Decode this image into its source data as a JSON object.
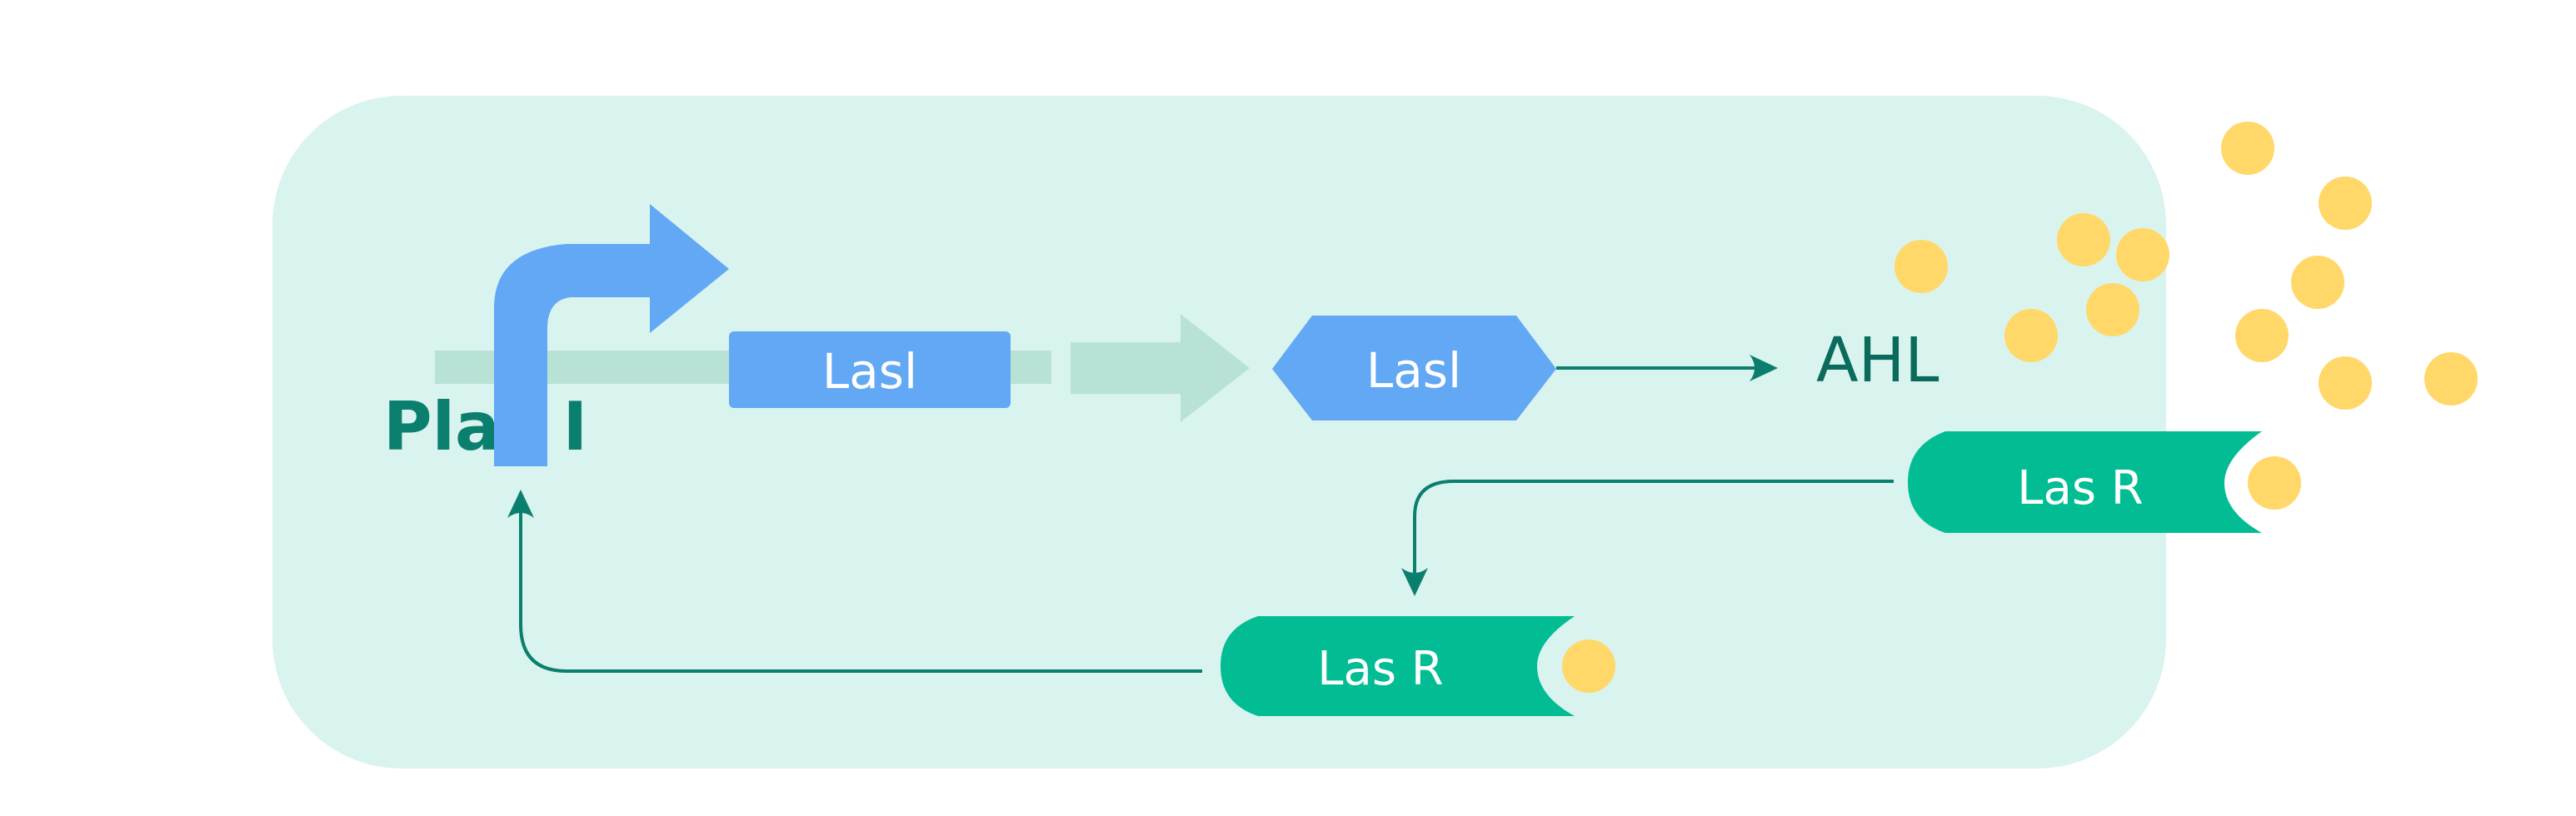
{
  "labels": {
    "promoter": "Plas I",
    "gene": "Lasl",
    "protein": "Lasl",
    "signal": "AHL",
    "receptor_outside": "Las R",
    "receptor_inside": "Las R"
  },
  "colors": {
    "cell": "#d9f4ee",
    "gene_blue": "#62a8f5",
    "dna_track": "#b9e2d6",
    "arrow_dark": "#0b7f6e",
    "receptor": "#02bd94",
    "ahl_dot": "#ffd869",
    "promoter_text": "#0b7f6e",
    "ahl_text": "#0a6a5b",
    "white_text": "#ffffff"
  },
  "icons": {
    "promoter": "bent-arrow-icon",
    "translation": "block-arrow-icon",
    "ahl": "circle-dot-icon"
  }
}
